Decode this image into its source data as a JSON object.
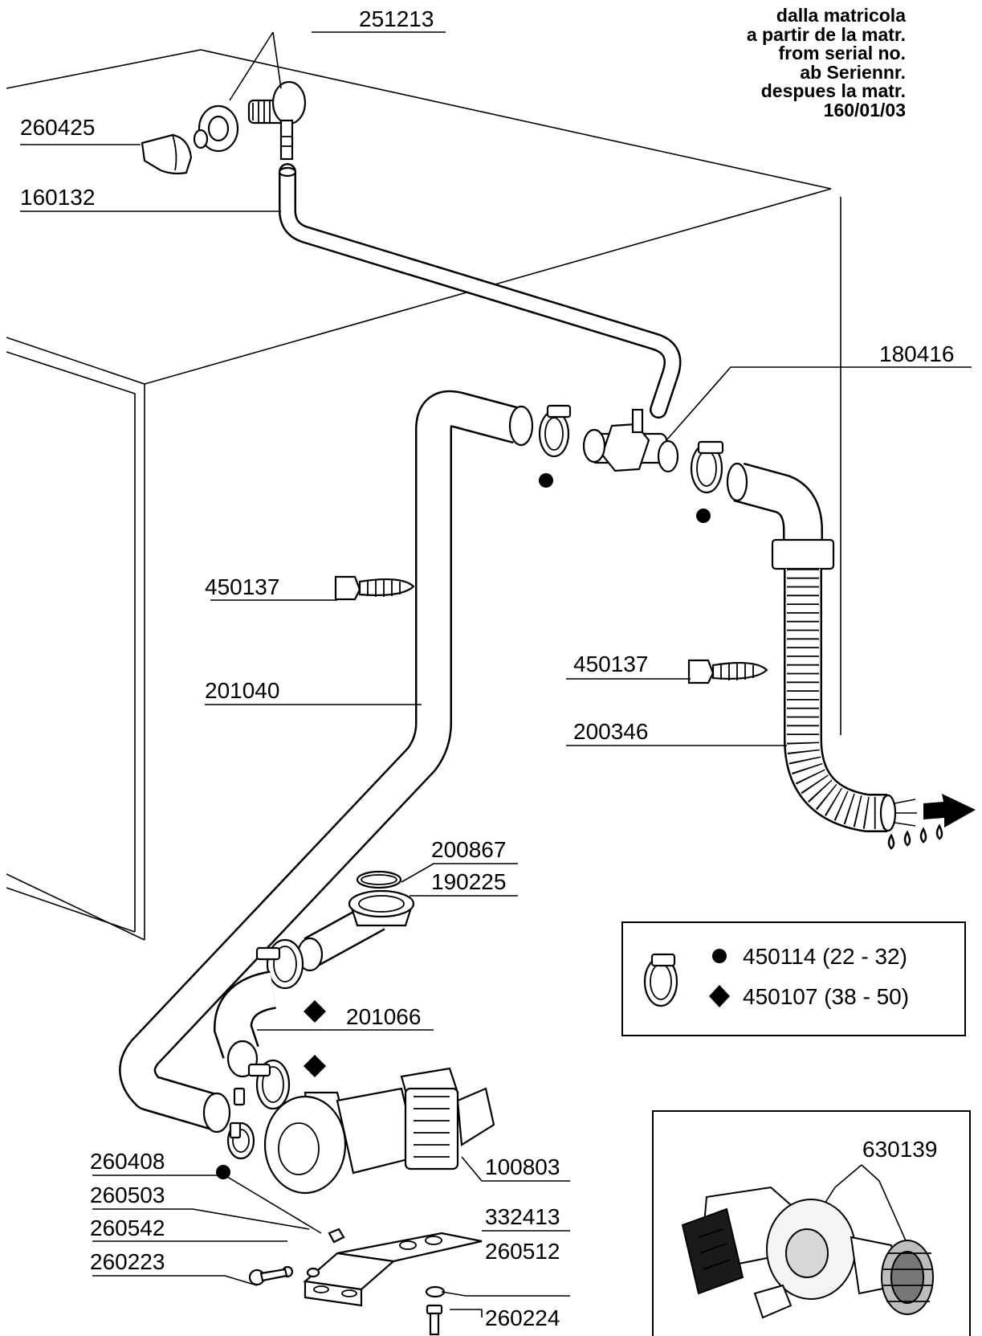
{
  "serial_note": {
    "line_it": "dalla matricola",
    "line_fr": "a partir de la matr.",
    "line_en": "from serial no.",
    "line_de": "ab Seriennr.",
    "line_es": "despues la matr.",
    "serial": "160/01/03"
  },
  "parts": {
    "p251213": "251213",
    "p260425": "260425",
    "p160132": "160132",
    "p180416": "180416",
    "p450137_a": "450137",
    "p450137_b": "450137",
    "p201040": "201040",
    "p200346": "200346",
    "p200867": "200867",
    "p190225": "190225",
    "p201066": "201066",
    "p100803": "100803",
    "p260408": "260408",
    "p260503": "260503",
    "p260542": "260542",
    "p260223": "260223",
    "p332413": "332413",
    "p260512": "260512",
    "p260224": "260224",
    "p630139": "630139"
  },
  "legend": {
    "circle_clamp": "450114 (22 - 32)",
    "diamond_clamp": "450107 (38 - 50)"
  }
}
